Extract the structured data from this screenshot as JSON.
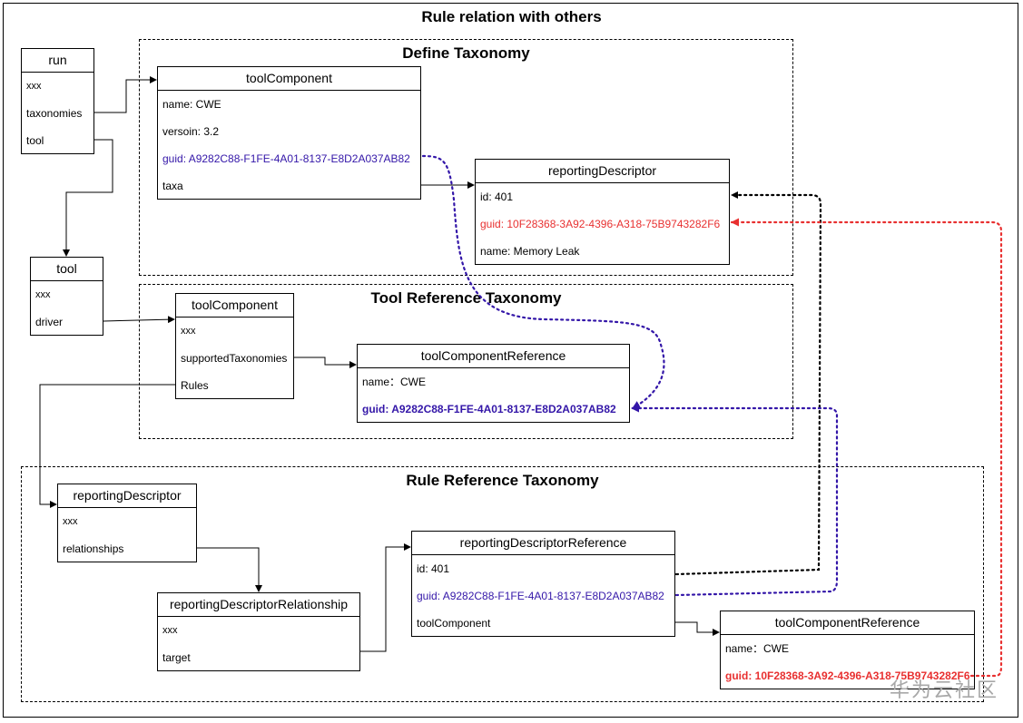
{
  "title": "Rule relation with others",
  "groups": {
    "define": "Define Taxonomy",
    "toolref": "Tool Reference Taxonomy",
    "ruleref": "Rule Reference Taxonomy"
  },
  "run": {
    "title": "run",
    "rows": [
      "xxx",
      "taxonomies",
      "tool"
    ]
  },
  "tool": {
    "title": "tool",
    "rows": [
      "xxx",
      "driver"
    ]
  },
  "tc_define": {
    "title": "toolComponent",
    "rows": [
      "name: CWE",
      "versoin: 3.2",
      "guid: A9282C88-F1FE-4A01-8137-E8D2A037AB82",
      "taxa"
    ]
  },
  "rd_define": {
    "title": "reportingDescriptor",
    "rows": [
      "id: 401",
      "guid: 10F28368-3A92-4396-A318-75B9743282F6",
      "name: Memory Leak"
    ]
  },
  "tc_tool": {
    "title": "toolComponent",
    "rows": [
      "xxx",
      "supportedTaxonomies",
      "Rules"
    ]
  },
  "tcr_tool": {
    "title": "toolComponentReference",
    "rows": [
      "name：CWE",
      "guid: A9282C88-F1FE-4A01-8137-E8D2A037AB82"
    ]
  },
  "rd_rule": {
    "title": "reportingDescriptor",
    "rows": [
      "xxx",
      "relationships"
    ]
  },
  "rdrel": {
    "title": "reportingDescriptorRelationship",
    "rows": [
      "xxx",
      "target"
    ]
  },
  "rdref": {
    "title": "reportingDescriptorReference",
    "rows": [
      "id: 401",
      "guid: A9282C88-F1FE-4A01-8137-E8D2A037AB82",
      "toolComponent"
    ]
  },
  "tcr_rule": {
    "title": "toolComponentReference",
    "rows": [
      "name：CWE",
      "guid: 10F28368-3A92-4396-A318-75B9743282F6"
    ]
  },
  "watermark": "华为云社区",
  "colors": {
    "blue_link": "#3316a8",
    "red_link": "#e83030",
    "black_link": "#000000"
  }
}
